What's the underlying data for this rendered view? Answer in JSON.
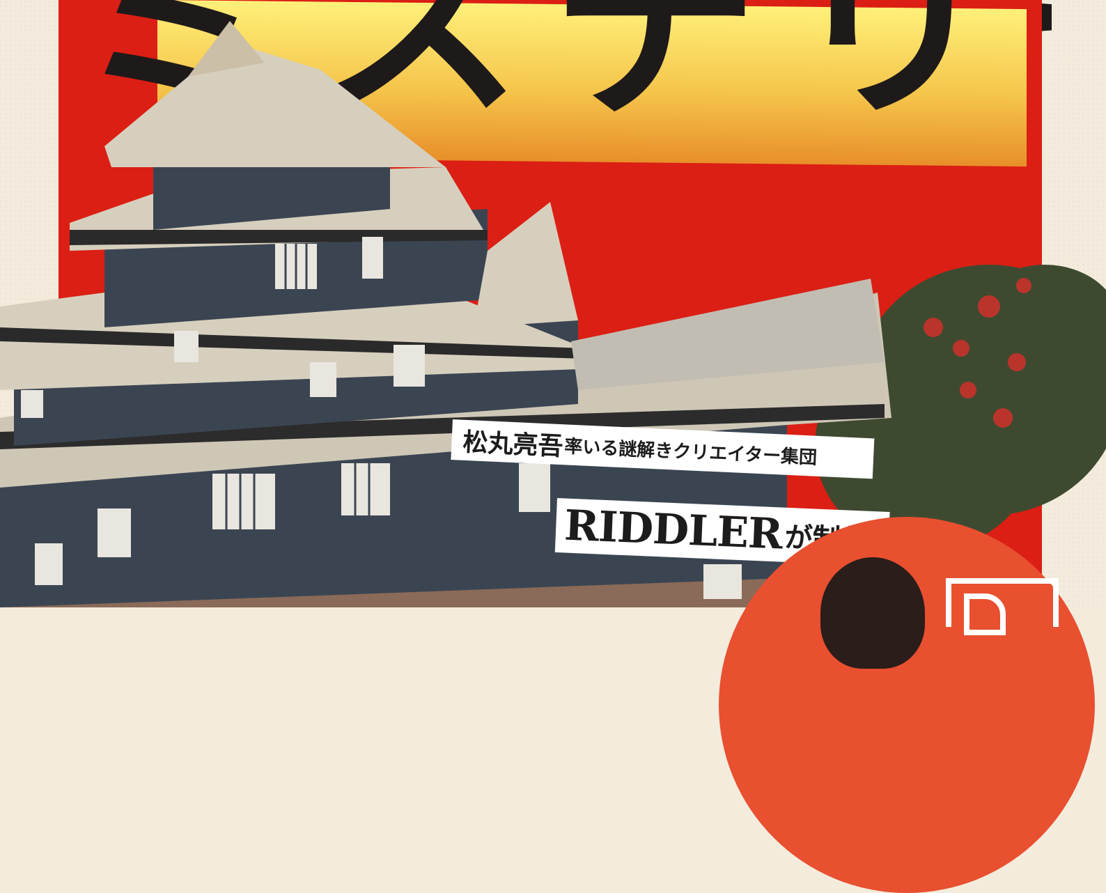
{
  "title": {
    "text": "ミステリー"
  },
  "tagline": {
    "name": "松丸亮吾",
    "rest": "率いる謎解きクリエイター集団"
  },
  "credit": {
    "group": "RIDDLER",
    "rest": "が制作!"
  },
  "colors": {
    "background": "#f3ecdd",
    "red_panel": "#db1f14",
    "sun_top": "#fff07a",
    "sun_bottom": "#e88f2a",
    "orange_circle": "#e8502f",
    "ink": "#1e1a1a"
  },
  "icons": {
    "logo": "riddler-logo-icon",
    "castle": "castle-illustration"
  }
}
